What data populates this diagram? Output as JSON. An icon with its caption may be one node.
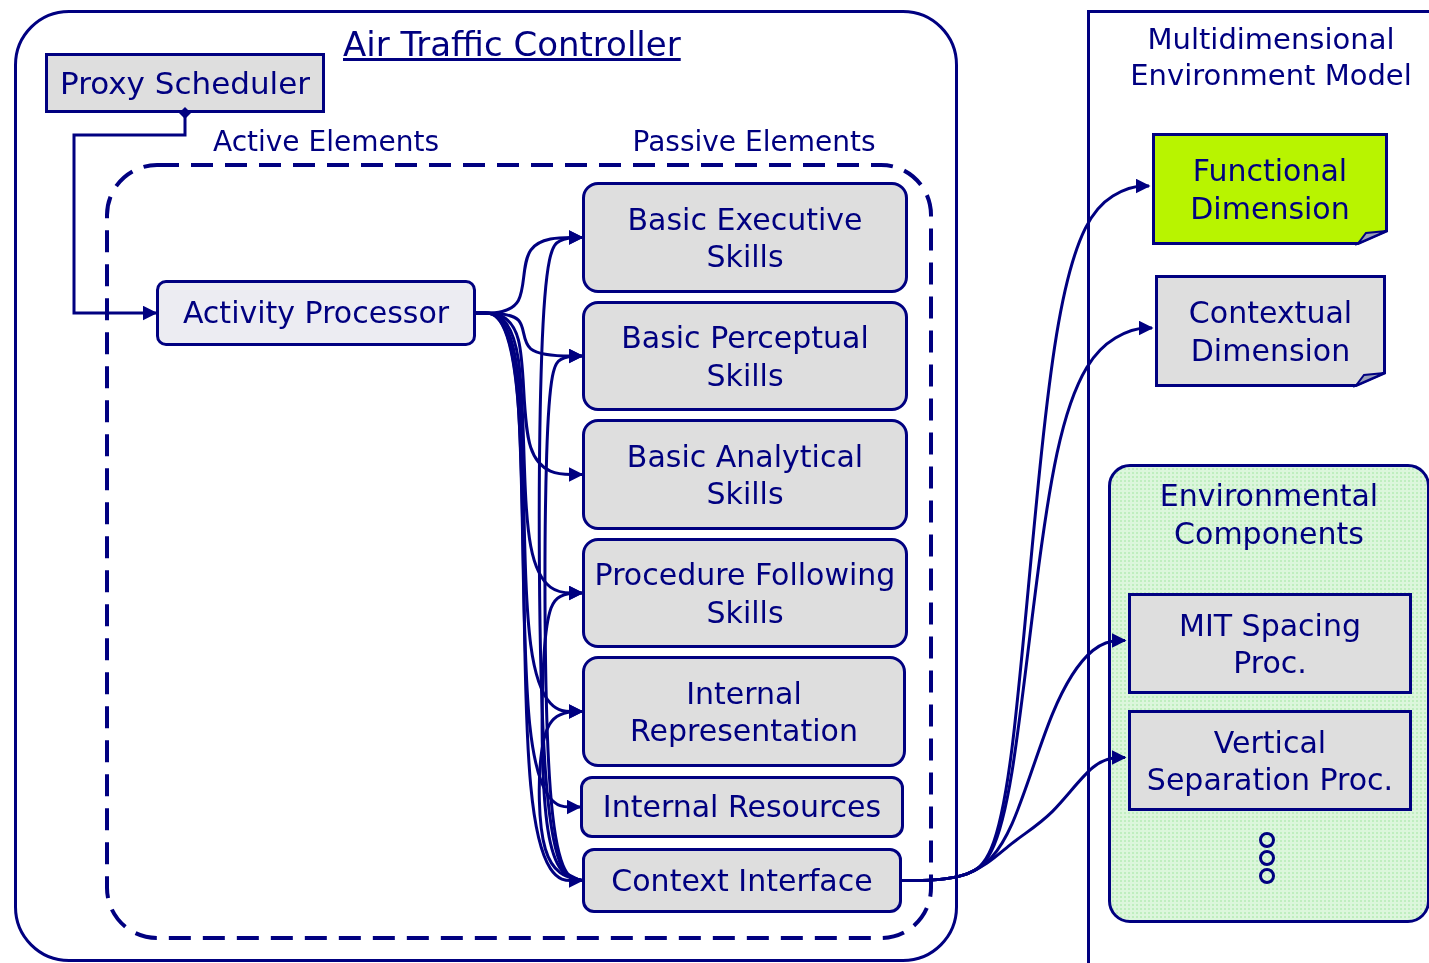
{
  "diagram": {
    "nodes": [
      {
        "text": [
          "Air Traffic Controller"
        ]
      },
      {
        "text": [
          "Proxy Scheduler"
        ],
        "in": 0
      },
      {
        "text": [
          "Active Elements",
          "Passive Elements"
        ],
        "in": 0
      },
      {
        "text": [
          "Activity Processor"
        ],
        "in": 2
      },
      {
        "text": [
          "Basic Executive Skills"
        ],
        "in": 2
      },
      {
        "text": [
          "Basic Perceptual Skills"
        ],
        "in": 2
      },
      {
        "text": [
          "Basic Analytical Skills"
        ],
        "in": 2
      },
      {
        "text": [
          "Procedure Following Skills"
        ],
        "in": 2
      },
      {
        "text": [
          "Internal Representation"
        ],
        "in": 2
      },
      {
        "text": [
          "Internal Resources"
        ],
        "in": 2
      },
      {
        "text": [
          "Context Interface"
        ],
        "in": 2
      },
      {
        "text": [
          "Multidimensional Environment Model"
        ]
      },
      {
        "text": [
          "Functional Dimension"
        ],
        "in": 11
      },
      {
        "text": [
          "Contextual Dimension"
        ],
        "in": 11
      },
      {
        "text": [
          "Environmental Components"
        ],
        "in": 11
      },
      {
        "text": [
          "MIT Spacing Proc."
        ],
        "in": 14
      },
      {
        "text": [
          "Vertical Separation Proc."
        ],
        "in": 14
      }
    ],
    "edges": [
      {
        "from": 1,
        "to": 3,
        "arrow": "to"
      },
      {
        "from": 3,
        "to": 4,
        "arrow": "to"
      },
      {
        "from": 3,
        "to": 5,
        "arrow": "to"
      },
      {
        "from": 3,
        "to": 6,
        "arrow": "to"
      },
      {
        "from": 3,
        "to": 7,
        "arrow": "to"
      },
      {
        "from": 3,
        "to": 8,
        "arrow": "to"
      },
      {
        "from": 3,
        "to": 9,
        "arrow": "to"
      },
      {
        "from": 3,
        "to": 10,
        "arrow": "to"
      },
      {
        "from": 10,
        "to": 4,
        "arrow": "to"
      },
      {
        "from": 10,
        "to": 5,
        "arrow": "to"
      },
      {
        "from": 10,
        "to": 7,
        "arrow": "to"
      },
      {
        "from": 10,
        "to": 8,
        "arrow": "to"
      },
      {
        "from": 10,
        "to": 12,
        "arrow": "to"
      },
      {
        "from": 10,
        "to": 13,
        "arrow": "to"
      },
      {
        "from": 10,
        "to": 15,
        "arrow": "to"
      },
      {
        "from": 10,
        "to": 16,
        "arrow": "to"
      }
    ]
  }
}
